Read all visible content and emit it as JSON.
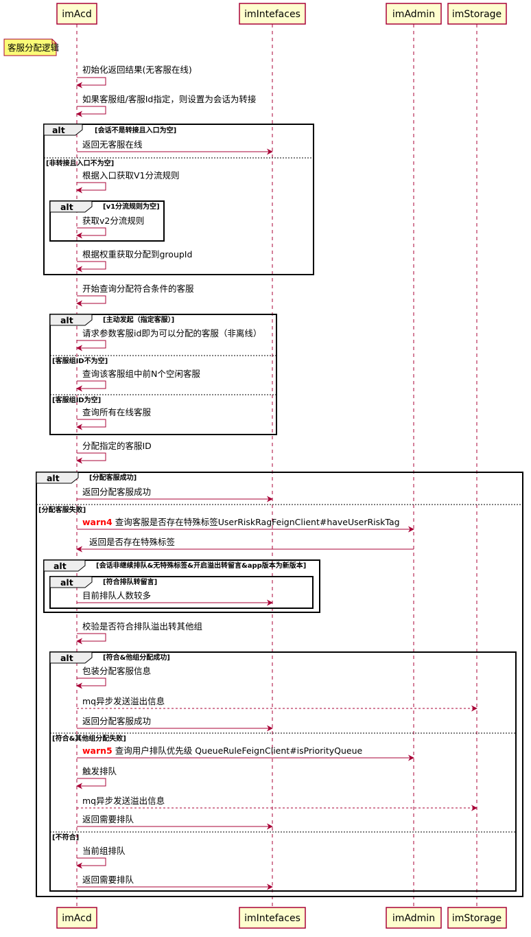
{
  "colors": {
    "accent": "#A80036",
    "participant_fill": "#FEFECE",
    "note_fill": "#FBFB77",
    "warn": "#FF0000",
    "frame_header": "#EEEEEE"
  },
  "participants": [
    "imAcd",
    "imIntefaces",
    "imAdmin",
    "imStorage"
  ],
  "note": "客服分配逻辑",
  "alt_keyword": "alt",
  "messages": {
    "m1": "初始化返回结果(无客服在线)",
    "m2": "如果客服组/客服Id指定，则设置为会话为转接",
    "m3": "返回无客服在线",
    "m4": "根据入口获取V1分流规则",
    "m5": "获取v2分流规则",
    "m6": "根据权重获取分配到groupId",
    "m7": "开始查询分配符合条件的客服",
    "m8": "请求参数客服id即为可以分配的客服（非离线）",
    "m9": "查询该客服组中前N个空闲客服",
    "m10": "查询所有在线客服",
    "m11": "分配指定的客服ID",
    "m12": "返回分配客服成功",
    "m13_warn": "warn4",
    "m13": "查询客服是否存在特殊标签UserRiskRagFeignClient#haveUserRiskTag",
    "m14": "返回是否存在特殊标签",
    "m15": "目前排队人数较多",
    "m16": "校验是否符合排队溢出转其他组",
    "m17": "包装分配客服信息",
    "m18": "mq异步发送溢出信息",
    "m19": "返回分配客服成功",
    "m20_warn": "warn5",
    "m20": "查询用户排队优先级 QueueRuleFeignClient#isPriorityQueue",
    "m21": "触发排队",
    "m22": "mq异步发送溢出信息",
    "m23": "返回需要排队",
    "m24": "当前组排队",
    "m25": "返回需要排队"
  },
  "guards": {
    "g1": "[会话不是转接且入口为空]",
    "g1_else": "[非转接且入口不为空]",
    "g2": "[v1分流规则为空]",
    "g3": "[主动发起（指定客服）]",
    "g3_else1": "[客服组ID不为空]",
    "g3_else2": "[客服组ID为空]",
    "g4": "[分配客服成功]",
    "g4_else": "[分配客服失败]",
    "g5": "[会话非继续排队&无特殊标签&开启溢出转留言&app版本为新版本]",
    "g6": "[符合排队转留言]",
    "g7": "[符合&他组分配成功]",
    "g7_else1": "[符合&其他组分配失败]",
    "g7_else2": "[不符合]"
  }
}
